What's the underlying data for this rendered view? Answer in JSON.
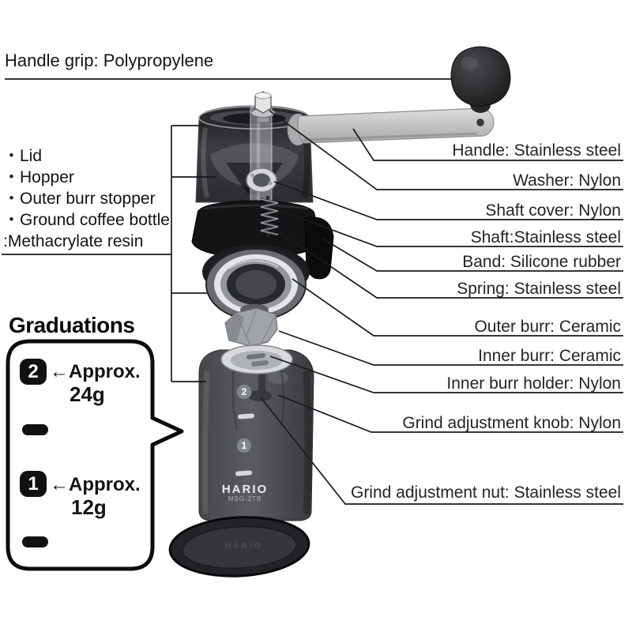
{
  "callouts": {
    "handle_grip": "Handle grip: Polypropylene",
    "materials": {
      "items": [
        "・Lid",
        "・Hopper",
        "・Outer burr stopper",
        "・Ground coffee bottle"
      ],
      "material_note": ":Methacrylate resin"
    },
    "right_labels": [
      "Handle: Stainless steel",
      "Washer: Nylon",
      "Shaft cover: Nylon",
      "Shaft:Stainless steel",
      "Band: Silicone rubber",
      "Spring: Stainless steel",
      "Outer burr: Ceramic",
      "Inner burr: Ceramic",
      "Inner burr holder: Nylon",
      "Grind adjustment knob: Nylon",
      "Grind adjustment nut: Stainless steel"
    ]
  },
  "graduations": {
    "title": "Graduations",
    "levels": [
      {
        "badge": "2",
        "label": "←Approx.",
        "amount": "24g"
      },
      {
        "badge": "1",
        "label": "←Approx.",
        "amount": "12g"
      }
    ]
  },
  "product": {
    "brand": "HARIO",
    "model": "MSG-2TB",
    "bottle_marks": [
      "2",
      "1"
    ]
  },
  "colors": {
    "line": "#1a1a1a",
    "band_black": "#141416",
    "bottle_gray": "#4a4c50",
    "steel_gray": "#c9cbcd"
  }
}
